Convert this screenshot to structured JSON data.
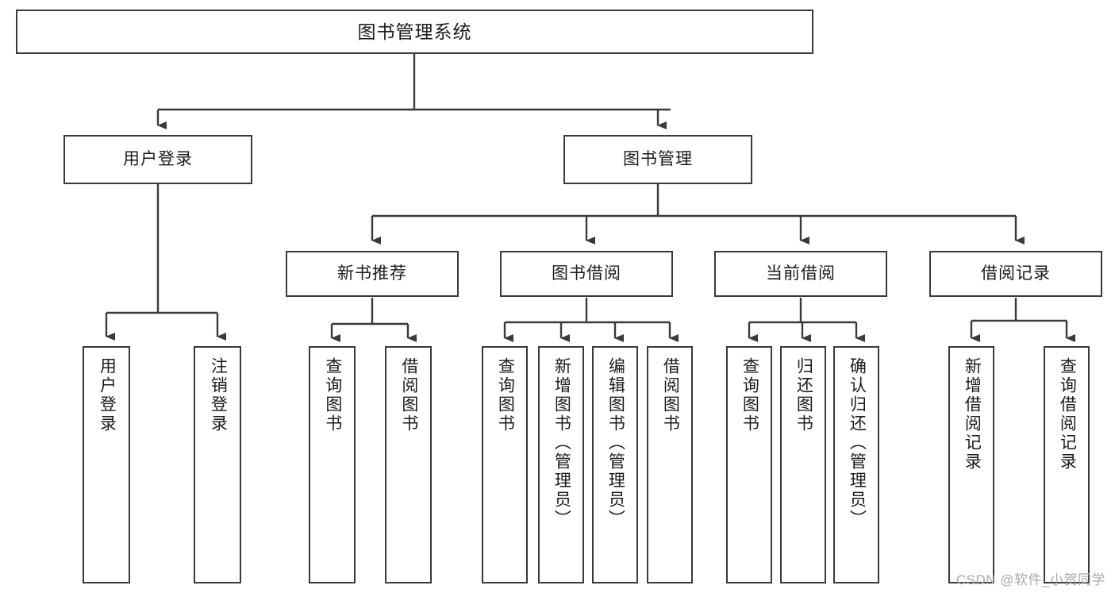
{
  "diagram": {
    "title": "图书管理系统",
    "type": "function-structure-tree",
    "watermark": "CSDN @软件_小贺同学",
    "colors": {
      "box_border": "#3a3a3a",
      "box_fill": "#ffffff",
      "connector": "#3a3a3a",
      "text": "#1b1b1b",
      "watermark": "#a8a8a8"
    },
    "root": {
      "label": "图书管理系统"
    },
    "level1": [
      {
        "label": "用户登录"
      },
      {
        "label": "图书管理"
      }
    ],
    "level2": [
      {
        "label": "新书推荐"
      },
      {
        "label": "图书借阅"
      },
      {
        "label": "当前借阅"
      },
      {
        "label": "借阅记录"
      }
    ],
    "leaves": {
      "user_login": [
        {
          "label": "用户登录"
        },
        {
          "label": "注销登录"
        }
      ],
      "new_book_recommend": [
        {
          "label": "查询图书"
        },
        {
          "label": "借阅图书"
        }
      ],
      "book_borrow": [
        {
          "label": "查询图书"
        },
        {
          "label": "新增图书（管理员）"
        },
        {
          "label": "编辑图书（管理员）"
        },
        {
          "label": "借阅图书"
        }
      ],
      "current_borrow": [
        {
          "label": "查询图书"
        },
        {
          "label": "归还图书"
        },
        {
          "label": "确认归还（管理员）"
        }
      ],
      "borrow_record": [
        {
          "label": "新增借阅记录"
        },
        {
          "label": "查询借阅记录"
        }
      ]
    }
  },
  "chart_data": {
    "type": "table",
    "title": "图书管理系统",
    "nodes": [
      {
        "id": "root",
        "label": "图书管理系统",
        "level": 0,
        "parent": null
      },
      {
        "id": "n1",
        "label": "用户登录",
        "level": 1,
        "parent": "root"
      },
      {
        "id": "n2",
        "label": "图书管理",
        "level": 1,
        "parent": "root"
      },
      {
        "id": "n1a",
        "label": "用户登录",
        "level": 2,
        "parent": "n1"
      },
      {
        "id": "n1b",
        "label": "注销登录",
        "level": 2,
        "parent": "n1"
      },
      {
        "id": "n2a",
        "label": "新书推荐",
        "level": 2,
        "parent": "n2"
      },
      {
        "id": "n2b",
        "label": "图书借阅",
        "level": 2,
        "parent": "n2"
      },
      {
        "id": "n2c",
        "label": "当前借阅",
        "level": 2,
        "parent": "n2"
      },
      {
        "id": "n2d",
        "label": "借阅记录",
        "level": 2,
        "parent": "n2"
      },
      {
        "id": "n2a1",
        "label": "查询图书",
        "level": 3,
        "parent": "n2a"
      },
      {
        "id": "n2a2",
        "label": "借阅图书",
        "level": 3,
        "parent": "n2a"
      },
      {
        "id": "n2b1",
        "label": "查询图书",
        "level": 3,
        "parent": "n2b"
      },
      {
        "id": "n2b2",
        "label": "新增图书（管理员）",
        "level": 3,
        "parent": "n2b"
      },
      {
        "id": "n2b3",
        "label": "编辑图书（管理员）",
        "level": 3,
        "parent": "n2b"
      },
      {
        "id": "n2b4",
        "label": "借阅图书",
        "level": 3,
        "parent": "n2b"
      },
      {
        "id": "n2c1",
        "label": "查询图书",
        "level": 3,
        "parent": "n2c"
      },
      {
        "id": "n2c2",
        "label": "归还图书",
        "level": 3,
        "parent": "n2c"
      },
      {
        "id": "n2c3",
        "label": "确认归还（管理员）",
        "level": 3,
        "parent": "n2c"
      },
      {
        "id": "n2d1",
        "label": "新增借阅记录",
        "level": 3,
        "parent": "n2d"
      },
      {
        "id": "n2d2",
        "label": "查询借阅记录",
        "level": 3,
        "parent": "n2d"
      }
    ]
  }
}
